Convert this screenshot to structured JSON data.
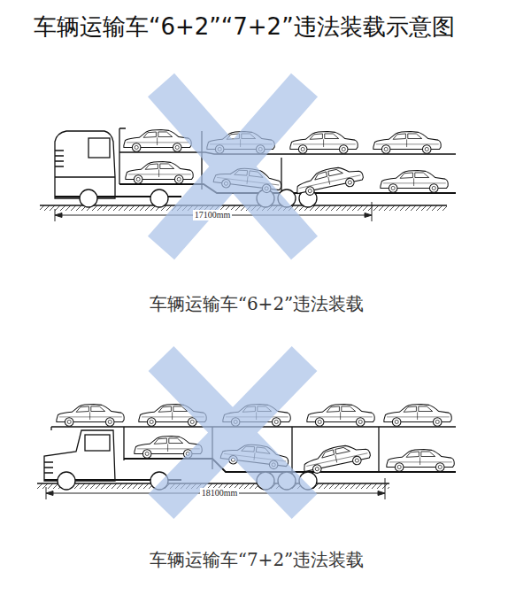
{
  "diagram": {
    "title": "车辆运输车“6+2”“7+2”违法装载示意图",
    "labels": [
      "17100mm",
      "车辆运输车“6+2”违法装载",
      "18100mm",
      "车辆运输车“7+2”违法装载"
    ]
  }
}
